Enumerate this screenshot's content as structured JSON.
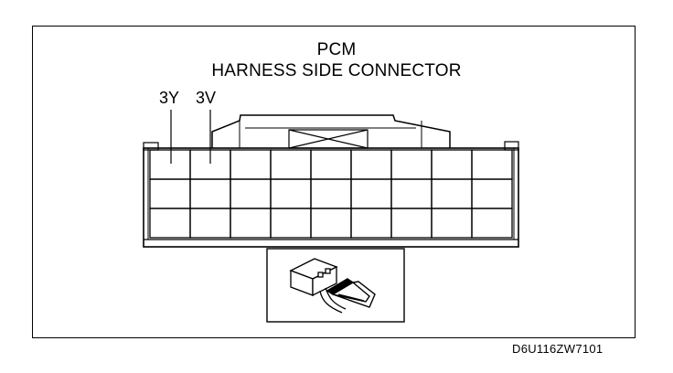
{
  "diagram": {
    "title_line1": "PCM",
    "title_line2": "HARNESS SIDE CONNECTOR",
    "pin_labels": [
      "3Y",
      "3V"
    ],
    "figure_code": "D6U116ZW7101",
    "connector": {
      "rows": 3,
      "columns": 9
    },
    "icons": [
      "connector-icon",
      "probe-arrow-icon"
    ]
  }
}
